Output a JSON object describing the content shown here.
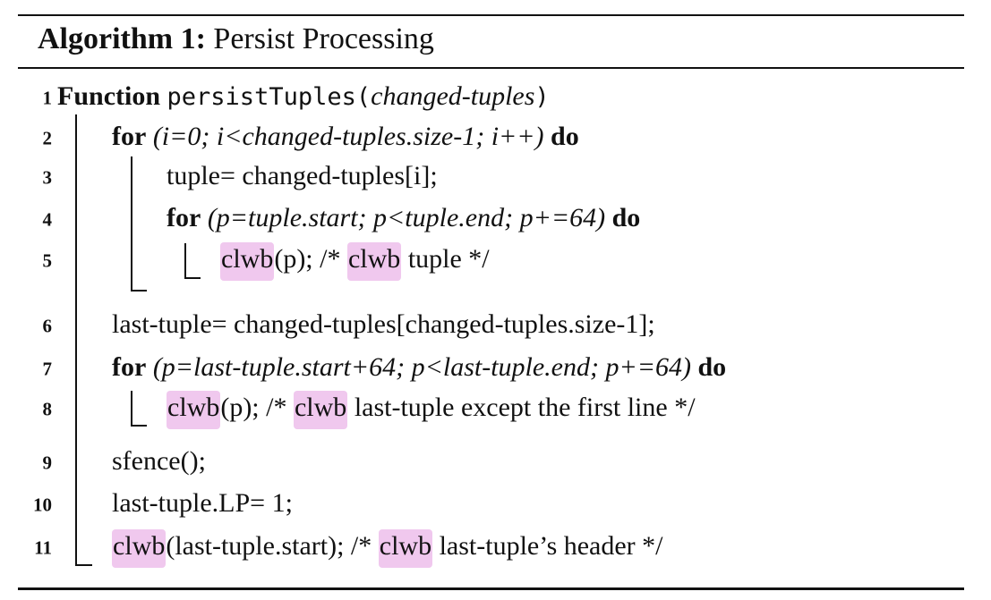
{
  "caption": {
    "label": "Algorithm 1:",
    "title": "Persist Processing"
  },
  "lines": [
    {
      "num": "1",
      "kw1": "Function",
      "func": "persistTuples",
      "open": "(",
      "arg": "changed-tuples",
      "close": ")"
    },
    {
      "num": "2",
      "kw1": "for",
      "cond": "(i=0; i<changed-tuples.size-1; i++)",
      "kw2": "do"
    },
    {
      "num": "3",
      "text": "tuple= changed-tuples[i];"
    },
    {
      "num": "4",
      "kw1": "for",
      "cond": "(p=tuple.start; p<tuple.end; p+=64)",
      "kw2": "do"
    },
    {
      "num": "5",
      "hl1": "clwb",
      "mid": "(p); /* ",
      "hl2": "clwb",
      "rest": " tuple */"
    },
    {
      "num": "6",
      "text": "last-tuple= changed-tuples[changed-tuples.size-1];"
    },
    {
      "num": "7",
      "kw1": "for",
      "cond": "(p=last-tuple.start+64; p<last-tuple.end; p+=64)",
      "kw2": "do"
    },
    {
      "num": "8",
      "hl1": "clwb",
      "mid": "(p); /* ",
      "hl2": "clwb",
      "rest": " last-tuple except the first line */"
    },
    {
      "num": "9",
      "text": "sfence();"
    },
    {
      "num": "10",
      "text": "last-tuple.LP= 1;"
    },
    {
      "num": "11",
      "hl1": "clwb",
      "mid": "(last-tuple.start); /* ",
      "hl2": "clwb",
      "rest": " last-tuple’s header */"
    }
  ]
}
